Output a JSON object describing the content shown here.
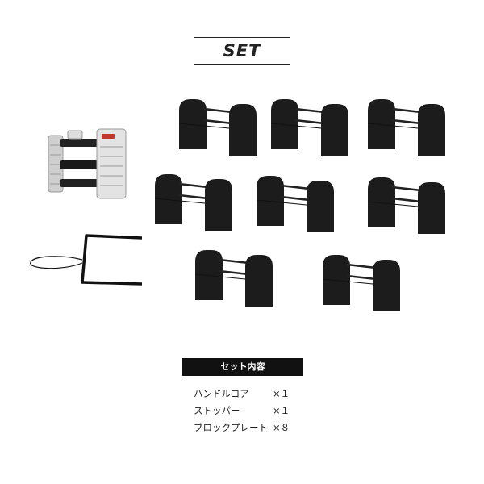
{
  "heading": "SET",
  "contents_label": "セット内容",
  "items": [
    {
      "name": "ハンドルコア",
      "qty": "×１"
    },
    {
      "name": "ストッパー",
      "qty": "×１"
    },
    {
      "name": "ブロックプレート",
      "qty": "×８"
    }
  ],
  "colors": {
    "plate": "#1c1c1c",
    "rod": "#222222",
    "handle_body": "#e3e3e3",
    "accent": "#c0392b"
  },
  "icons": [
    "handle-core-image",
    "stopper-image",
    "block-plate-image"
  ]
}
